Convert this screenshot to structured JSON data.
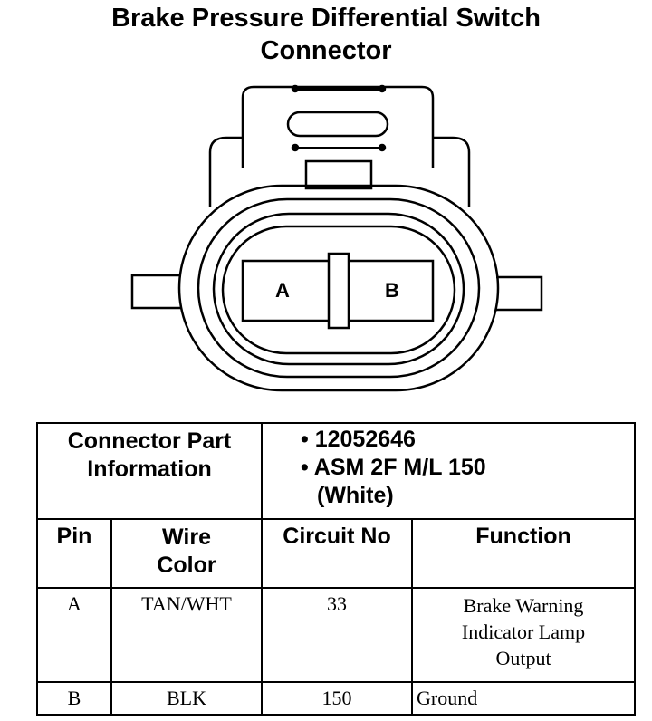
{
  "title": {
    "line1": "Brake Pressure Differential Switch",
    "line2": "Connector"
  },
  "connector": {
    "pin_a": "A",
    "pin_b": "B"
  },
  "part_info": {
    "label": "Connector Part Information",
    "items": [
      "12052646",
      "ASM 2F M/L 150",
      "(White)"
    ]
  },
  "table": {
    "headers": [
      "Pin",
      "Wire Color",
      "Circuit No",
      "Function"
    ],
    "rows": [
      {
        "pin": "A",
        "wire_color": "TAN/WHT",
        "circuit": "33",
        "function": "Brake Warning Indicator Lamp Output"
      },
      {
        "pin": "B",
        "wire_color": "BLK",
        "circuit": "150",
        "function": "Ground"
      }
    ]
  }
}
